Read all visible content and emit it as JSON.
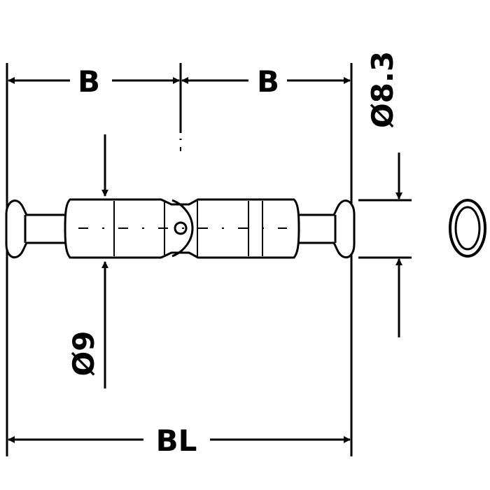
{
  "dimensions": {
    "half_length_left": "B",
    "half_length_right": "B",
    "body_diameter": "Ø9",
    "pin_diameter": "Ø8.3",
    "overall_length": "BL"
  }
}
